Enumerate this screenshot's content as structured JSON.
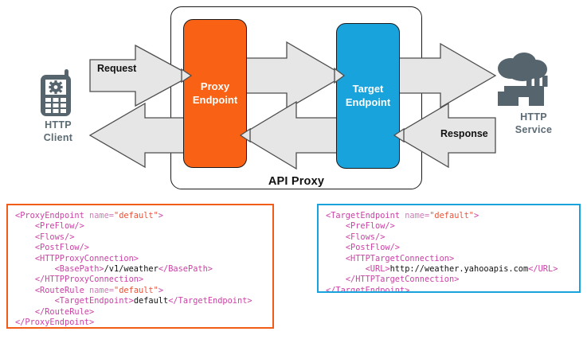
{
  "diagram": {
    "container": {
      "label": "API Proxy"
    },
    "endpoints": [
      {
        "name": "proxy-endpoint",
        "line1": "Proxy",
        "line2": "Endpoint",
        "color": "#F96115"
      },
      {
        "name": "target-endpoint",
        "line1": "Target",
        "line2": "Endpoint",
        "color": "#18A3DC"
      }
    ],
    "arrows": [
      {
        "name": "request-arrow",
        "label": "Request",
        "direction": "right"
      },
      {
        "name": "proxy-to-target-arrow",
        "label": "",
        "direction": "right"
      },
      {
        "name": "target-to-service-arrow",
        "label": "",
        "direction": "right"
      },
      {
        "name": "service-to-target-arrow",
        "label": "Response",
        "direction": "left"
      },
      {
        "name": "target-to-proxy-arrow",
        "label": "",
        "direction": "left"
      },
      {
        "name": "proxy-to-client-arrow",
        "label": "",
        "direction": "left"
      }
    ],
    "nodes": [
      {
        "name": "http-client",
        "icon": "mobile-phone-icon",
        "line1": "HTTP",
        "line2": "Client"
      },
      {
        "name": "http-service",
        "icon": "cloud-factory-icon",
        "line1": "HTTP",
        "line2": "Service"
      }
    ],
    "colors": {
      "orange": "#F96115",
      "blue": "#18A3DC",
      "arrow_fill": "#E6E6E6",
      "arrow_stroke": "#4d4d4d",
      "node_label": "#5c6b73"
    }
  },
  "code_blocks": {
    "proxy": {
      "border_color": "#F25C19",
      "lines": [
        [
          {
            "t": "tag",
            "s": "<ProxyEndpoint "
          },
          {
            "t": "attr",
            "s": "name="
          },
          {
            "t": "val",
            "s": "\"default\""
          },
          {
            "t": "tag",
            "s": ">"
          }
        ],
        [
          {
            "t": "txt",
            "s": "    "
          },
          {
            "t": "tag",
            "s": "<PreFlow/>"
          }
        ],
        [
          {
            "t": "txt",
            "s": "    "
          },
          {
            "t": "tag",
            "s": "<Flows/>"
          }
        ],
        [
          {
            "t": "txt",
            "s": "    "
          },
          {
            "t": "tag",
            "s": "<PostFlow/>"
          }
        ],
        [
          {
            "t": "txt",
            "s": "    "
          },
          {
            "t": "tag",
            "s": "<HTTPProxyConnection>"
          }
        ],
        [
          {
            "t": "txt",
            "s": "        "
          },
          {
            "t": "tag",
            "s": "<BasePath>"
          },
          {
            "t": "txt",
            "s": "/v1/weather"
          },
          {
            "t": "tag",
            "s": "</BasePath>"
          }
        ],
        [
          {
            "t": "txt",
            "s": "    "
          },
          {
            "t": "tag",
            "s": "</HTTPProxyConnection>"
          }
        ],
        [
          {
            "t": "txt",
            "s": "    "
          },
          {
            "t": "tag",
            "s": "<RouteRule "
          },
          {
            "t": "attr",
            "s": "name="
          },
          {
            "t": "val",
            "s": "\"default\""
          },
          {
            "t": "tag",
            "s": ">"
          }
        ],
        [
          {
            "t": "txt",
            "s": "        "
          },
          {
            "t": "tag",
            "s": "<TargetEndpoint>"
          },
          {
            "t": "txt",
            "s": "default"
          },
          {
            "t": "tag",
            "s": "</TargetEndpoint>"
          }
        ],
        [
          {
            "t": "txt",
            "s": "    "
          },
          {
            "t": "tag",
            "s": "</RouteRule>"
          }
        ],
        [
          {
            "t": "tag",
            "s": "</ProxyEndpoint>"
          }
        ]
      ]
    },
    "target": {
      "border_color": "#18A3DC",
      "lines": [
        [
          {
            "t": "tag",
            "s": "<TargetEndpoint "
          },
          {
            "t": "attr",
            "s": "name="
          },
          {
            "t": "val",
            "s": "\"default\""
          },
          {
            "t": "tag",
            "s": ">"
          }
        ],
        [
          {
            "t": "txt",
            "s": "    "
          },
          {
            "t": "tag",
            "s": "<PreFlow/>"
          }
        ],
        [
          {
            "t": "txt",
            "s": "    "
          },
          {
            "t": "tag",
            "s": "<Flows/>"
          }
        ],
        [
          {
            "t": "txt",
            "s": "    "
          },
          {
            "t": "tag",
            "s": "<PostFlow/>"
          }
        ],
        [
          {
            "t": "txt",
            "s": "    "
          },
          {
            "t": "tag",
            "s": "<HTTPTargetConnection>"
          }
        ],
        [
          {
            "t": "txt",
            "s": "        "
          },
          {
            "t": "tag",
            "s": "<URL>"
          },
          {
            "t": "txt",
            "s": "http://weather.yahooapis.com"
          },
          {
            "t": "tag",
            "s": "</URL>"
          }
        ],
        [
          {
            "t": "txt",
            "s": "    "
          },
          {
            "t": "tag",
            "s": "</HTTPTargetConnection>"
          }
        ],
        [
          {
            "t": "tag",
            "s": "</TargetEndpoint>"
          }
        ]
      ]
    }
  }
}
